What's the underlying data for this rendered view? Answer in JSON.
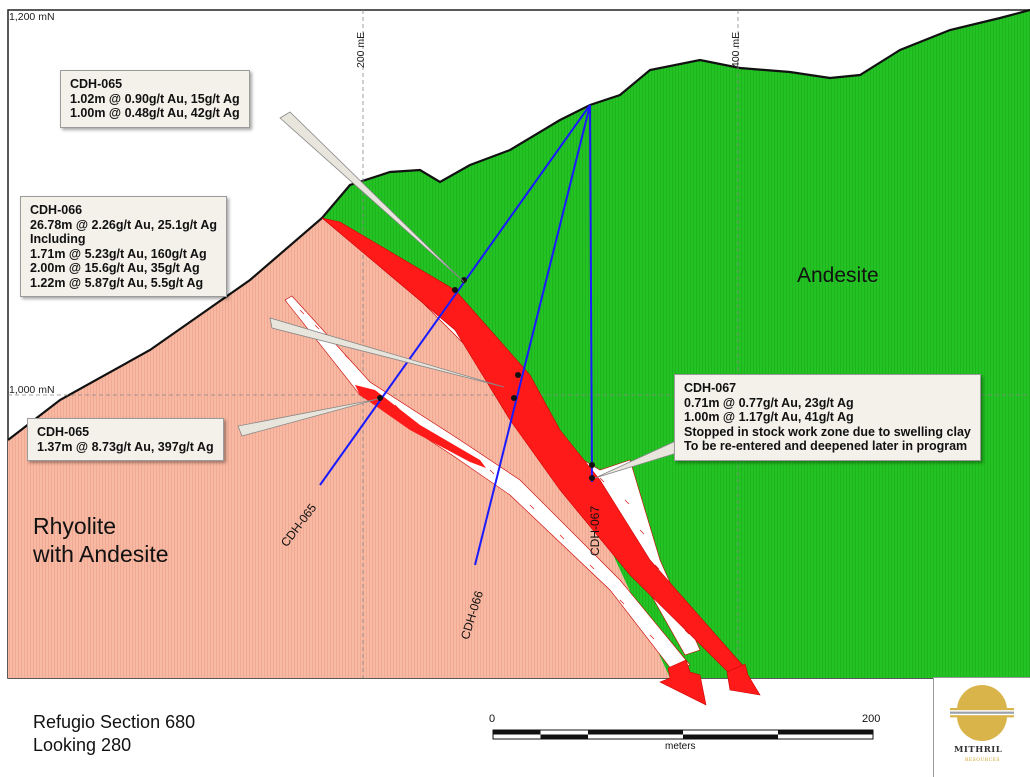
{
  "map": {
    "northing_labels": [
      "1,200 mN",
      "1,000 mN"
    ],
    "easting_labels": [
      "200 mE",
      "400 mE"
    ],
    "rock_units": {
      "andesite": "Andesite",
      "rhyolite_line1": "Rhyolite",
      "rhyolite_line2": "with Andesite"
    },
    "drill_holes": [
      "CDH-065",
      "CDH-066",
      "CDH-067"
    ],
    "colors": {
      "andesite": "#22c322",
      "rhyolite": "#f7b9a3",
      "mineralized_zone": "#ff1a1a",
      "drill_trace": "#1a1aff",
      "breccia_band": "#ffffff"
    }
  },
  "callouts": {
    "cdh065_upper": {
      "lines": [
        "CDH-065",
        "1.02m @ 0.90g/t Au, 15g/t Ag",
        "1.00m @ 0.48g/t Au, 42g/t Ag"
      ]
    },
    "cdh066": {
      "lines": [
        "CDH-066",
        "26.78m @ 2.26g/t Au, 25.1g/t Ag",
        "Including",
        "1.71m @ 5.23g/t Au, 160g/t Ag",
        "2.00m @ 15.6g/t Au, 35g/t Ag",
        "1.22m @ 5.87g/t Au, 5.5g/t Ag"
      ]
    },
    "cdh065_lower": {
      "lines": [
        "CDH-065",
        "1.37m @ 8.73g/t Au, 397g/t Ag"
      ]
    },
    "cdh067": {
      "lines": [
        "CDH-067",
        "0.71m @ 0.77g/t Au, 23g/t Ag",
        "1.00m @ 1.17g/t Au, 41g/t Ag",
        "Stopped in stock work zone due to swelling clay",
        "To be re-entered and deepened later in program"
      ]
    }
  },
  "footer": {
    "title_line1": "Refugio Section 680",
    "title_line2": "Looking 280",
    "scale_min": "0",
    "scale_max": "200",
    "scale_unit": "meters",
    "logo_name": "MITHRIL",
    "logo_sub": "RESOURCES"
  }
}
